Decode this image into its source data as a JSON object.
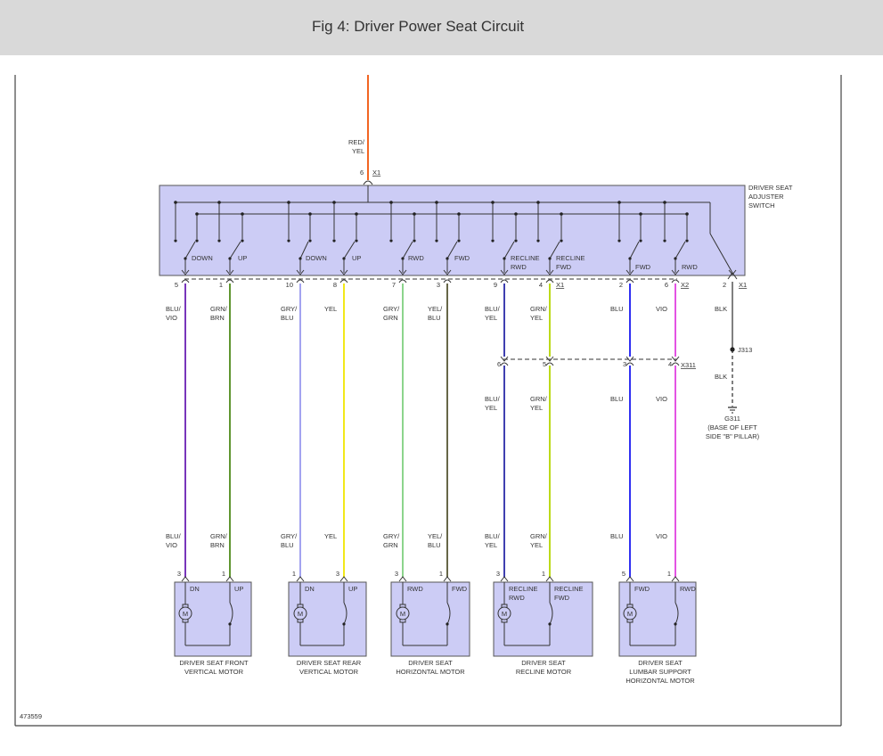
{
  "header": {
    "title": "Fig 4: Driver Power Seat Circuit"
  },
  "figure_id": "473559",
  "input_wire": {
    "color_label": [
      "RED/",
      "YEL"
    ],
    "color": "#f26522",
    "pin": "6",
    "connector": "X1"
  },
  "switch": {
    "name": [
      "DRIVER SEAT",
      "ADJUSTER",
      "SWITCH"
    ],
    "fill": "#ccccf5",
    "contact_labels": [
      "DOWN",
      "UP",
      "DOWN",
      "UP",
      "RWD",
      "FWD",
      "RECLINE",
      "RWD",
      "RECLINE",
      "FWD",
      "FWD",
      "RWD"
    ]
  },
  "wires": [
    {
      "pin": "5",
      "label": [
        "BLU/",
        "VIO"
      ],
      "color": "#6a1fb3",
      "bottom_pin": "3"
    },
    {
      "pin": "1",
      "label": [
        "GRN/",
        "BRN"
      ],
      "color": "#4e8a1a",
      "bottom_pin": "1"
    },
    {
      "pin": "10",
      "label": [
        "GRY/",
        "BLU"
      ],
      "color": "#9999ee",
      "bottom_pin": "1"
    },
    {
      "pin": "8",
      "label": [
        "YEL",
        ""
      ],
      "color": "#f0e600",
      "bottom_pin": "3"
    },
    {
      "pin": "7",
      "label": [
        "GRY/",
        "GRN"
      ],
      "color": "#7fcf7f",
      "bottom_pin": "3"
    },
    {
      "pin": "3",
      "label": [
        "YEL/",
        "BLU"
      ],
      "color": "#555533",
      "bottom_pin": "1"
    },
    {
      "pin": "9",
      "label": [
        "BLU/",
        "YEL"
      ],
      "color": "#2a2aa8",
      "bottom_pin": "3",
      "x311_pin": "6"
    },
    {
      "pin": "4",
      "label": [
        "GRN/",
        "YEL"
      ],
      "color": "#b5d600",
      "bottom_pin": "1",
      "x311_pin": "5"
    },
    {
      "pin": "2",
      "label": [
        "BLU",
        ""
      ],
      "color": "#1a1af0",
      "bottom_pin": "5",
      "x311_pin": "3"
    },
    {
      "pin": "6",
      "label": [
        "VIO",
        ""
      ],
      "color": "#e040e0",
      "bottom_pin": "1",
      "x311_pin": "4"
    }
  ],
  "connectors": {
    "x1": "X1",
    "x2": "X2",
    "x311": "X311",
    "x1_ground_pin": "2"
  },
  "ground": {
    "wire_label": "BLK",
    "splice": "J313",
    "name": "G311",
    "location": [
      "(BASE OF LEFT",
      "SIDE \"B\" PILLAR)"
    ]
  },
  "motors": [
    {
      "left_label": [
        "DN",
        ""
      ],
      "right_label": [
        "UP",
        ""
      ],
      "name": [
        "DRIVER SEAT FRONT",
        "VERTICAL MOTOR"
      ]
    },
    {
      "left_label": [
        "DN",
        ""
      ],
      "right_label": [
        "UP",
        ""
      ],
      "name": [
        "DRIVER SEAT REAR",
        "VERTICAL MOTOR"
      ]
    },
    {
      "left_label": [
        "RWD",
        ""
      ],
      "right_label": [
        "FWD",
        ""
      ],
      "name": [
        "DRIVER SEAT",
        "HORIZONTAL MOTOR"
      ]
    },
    {
      "left_label": [
        "RECLINE",
        "RWD"
      ],
      "right_label": [
        "RECLINE",
        "FWD"
      ],
      "name": [
        "DRIVER SEAT",
        "RECLINE MOTOR"
      ]
    },
    {
      "left_label": [
        "FWD",
        ""
      ],
      "right_label": [
        "RWD",
        ""
      ],
      "name": [
        "DRIVER SEAT",
        "LUMBAR SUPPORT",
        "HORIZONTAL MOTOR"
      ]
    }
  ],
  "motor_symbol": "M"
}
